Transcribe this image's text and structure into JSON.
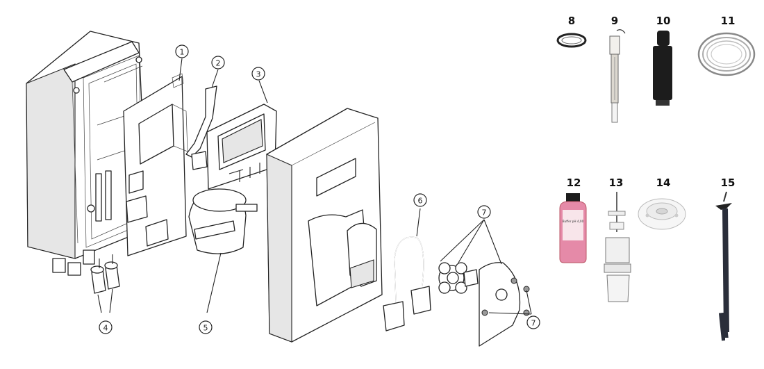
{
  "callouts": {
    "c1": "1",
    "c2": "2",
    "c3": "3",
    "c4": "4",
    "c5": "5",
    "c6": "6",
    "c7a": "7",
    "c7b": "7"
  },
  "accessories": {
    "n8": "8",
    "n9": "9",
    "n10": "10",
    "n11": "11",
    "n12": "12",
    "n13": "13",
    "n14": "14",
    "n15": "15"
  },
  "bottle_label": "Buffer pH 4,00",
  "colors": {
    "liquid_pink": "#e58aa8",
    "cap_black": "#1c1c1c",
    "probe_dark": "#2a2e3a"
  }
}
